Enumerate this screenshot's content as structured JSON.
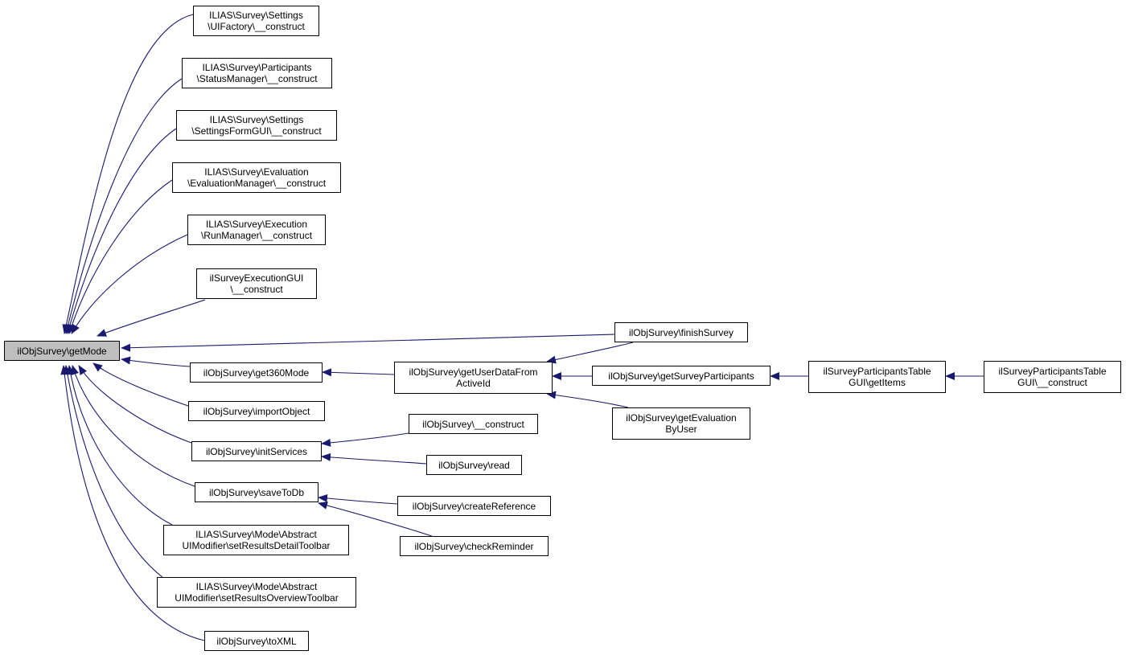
{
  "colors": {
    "edge": "#191970",
    "root_fill": "#bfbfbf",
    "node_fill": "#ffffff",
    "border": "#000000"
  },
  "nodes": {
    "getMode": [
      "ilObjSurvey\\getMode"
    ],
    "uifactory": [
      "ILIAS\\Survey\\Settings",
      "\\UIFactory\\__construct"
    ],
    "statusmanager": [
      "ILIAS\\Survey\\Participants",
      "\\StatusManager\\__construct"
    ],
    "settingsform": [
      "ILIAS\\Survey\\Settings",
      "\\SettingsFormGUI\\__construct"
    ],
    "evaluationmanager": [
      "ILIAS\\Survey\\Evaluation",
      "\\EvaluationManager\\__construct"
    ],
    "runmanager": [
      "ILIAS\\Survey\\Execution",
      "\\RunManager\\__construct"
    ],
    "executiongui": [
      "ilSurveyExecutionGUI",
      "\\__construct"
    ],
    "finishSurvey": [
      "ilObjSurvey\\finishSurvey"
    ],
    "get360Mode": [
      "ilObjSurvey\\get360Mode"
    ],
    "getUserData": [
      "ilObjSurvey\\getUserDataFrom",
      "ActiveId"
    ],
    "getSurveyParticipants": [
      "ilObjSurvey\\getSurveyParticipants"
    ],
    "getItems": [
      "ilSurveyParticipantsTable",
      "GUI\\getItems"
    ],
    "tableConstruct": [
      "ilSurveyParticipantsTable",
      "GUI\\__construct"
    ],
    "getEvaluationByUser": [
      "ilObjSurvey\\getEvaluation",
      "ByUser"
    ],
    "importObject": [
      "ilObjSurvey\\importObject"
    ],
    "initServices": [
      "ilObjSurvey\\initServices"
    ],
    "construct": [
      "ilObjSurvey\\__construct"
    ],
    "read": [
      "ilObjSurvey\\read"
    ],
    "saveToDb": [
      "ilObjSurvey\\saveToDb"
    ],
    "createReference": [
      "ilObjSurvey\\createReference"
    ],
    "checkReminder": [
      "ilObjSurvey\\checkReminder"
    ],
    "detailToolbar": [
      "ILIAS\\Survey\\Mode\\Abstract",
      "UIModifier\\setResultsDetailToolbar"
    ],
    "overviewToolbar": [
      "ILIAS\\Survey\\Mode\\Abstract",
      "UIModifier\\setResultsOverviewToolbar"
    ],
    "toXML": [
      "ilObjSurvey\\toXML"
    ]
  }
}
